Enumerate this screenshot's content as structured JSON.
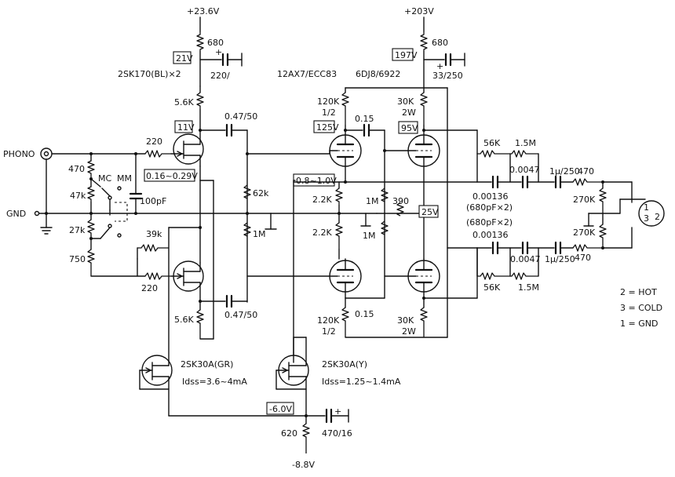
{
  "supply": {
    "pos_fet": "+23.6V",
    "pos_tube": "+203V",
    "neg": "-8.8V"
  },
  "labels": {
    "fet_input": "2SK170(BL)×2",
    "tube_type": "12AX7/ECC83",
    "tube_type2": "6DJ8/6922",
    "ccs_left": "2SK30A(GR)",
    "ccs_left_idss": "Idss=3.6~4mA",
    "ccs_right": "2SK30A(Y)",
    "ccs_right_idss": "Idss=1.25~1.4mA",
    "phono": "PHONO",
    "gnd": "GND",
    "mc": "MC",
    "mm": "MM",
    "cap_net1": "0.00136",
    "cap_net1b": "(680pF×2)",
    "cap_net2": "(680pF×2)",
    "cap_net2b": "0.00136"
  },
  "voltages": {
    "v21": "21V",
    "v11": "11V",
    "vgs": "0.16~0.29V",
    "v197": "197V",
    "v125": "125V",
    "v95": "95V",
    "v08": "0.8~1.0V",
    "v25": "25V",
    "vneg6": "-6.0V"
  },
  "values": {
    "r680a": "680",
    "c220": "220/",
    "r56k_top": "5.6K",
    "c047_top": "0.47/50",
    "r220_top": "220",
    "r470": "470",
    "r47k": "47k",
    "r27k": "27k",
    "r750": "750",
    "c100pf": "100pF",
    "r39k": "39k",
    "r220_bot": "220",
    "r56k_bot": "5.6K",
    "c047_bot": "0.47/50",
    "r62k": "62k",
    "r1m_mid": "1M",
    "r680b": "680",
    "c33": "33/250",
    "r120k_top": "120K",
    "r120k_top_w": "1/2",
    "c015_top": "0.15",
    "r30k_top": "30K",
    "r30k_top_w": "2W",
    "r22k_a": "2.2K",
    "r22k_b": "2.2K",
    "r1m_a": "1M",
    "r390": "390",
    "r1m_b": "1M",
    "r120k_bot": "120K",
    "r120k_bot_w": "1/2",
    "c015_bot": "0.15",
    "r30k_bot": "30K",
    "r30k_bot_w": "2W",
    "r56k_net_top": "56K",
    "r15m_top": "1.5M",
    "c0047_top": "0.0047",
    "c1_250_top": "1μ/250",
    "r470_out_top": "470",
    "r270k_top": "270K",
    "r270k_bot": "270K",
    "r56k_net_bot": "56K",
    "r15m_bot": "1.5M",
    "c0047_bot": "0.0047",
    "c1_250_bot": "1μ/250",
    "r470_out_bot": "470",
    "r620": "620",
    "c470_16": "470/16"
  },
  "xlr": {
    "pin2": "2 = HOT",
    "pin3": "3 = COLD",
    "pin1": "1 = GND",
    "p1": "1",
    "p2": "2",
    "p3": "3"
  }
}
